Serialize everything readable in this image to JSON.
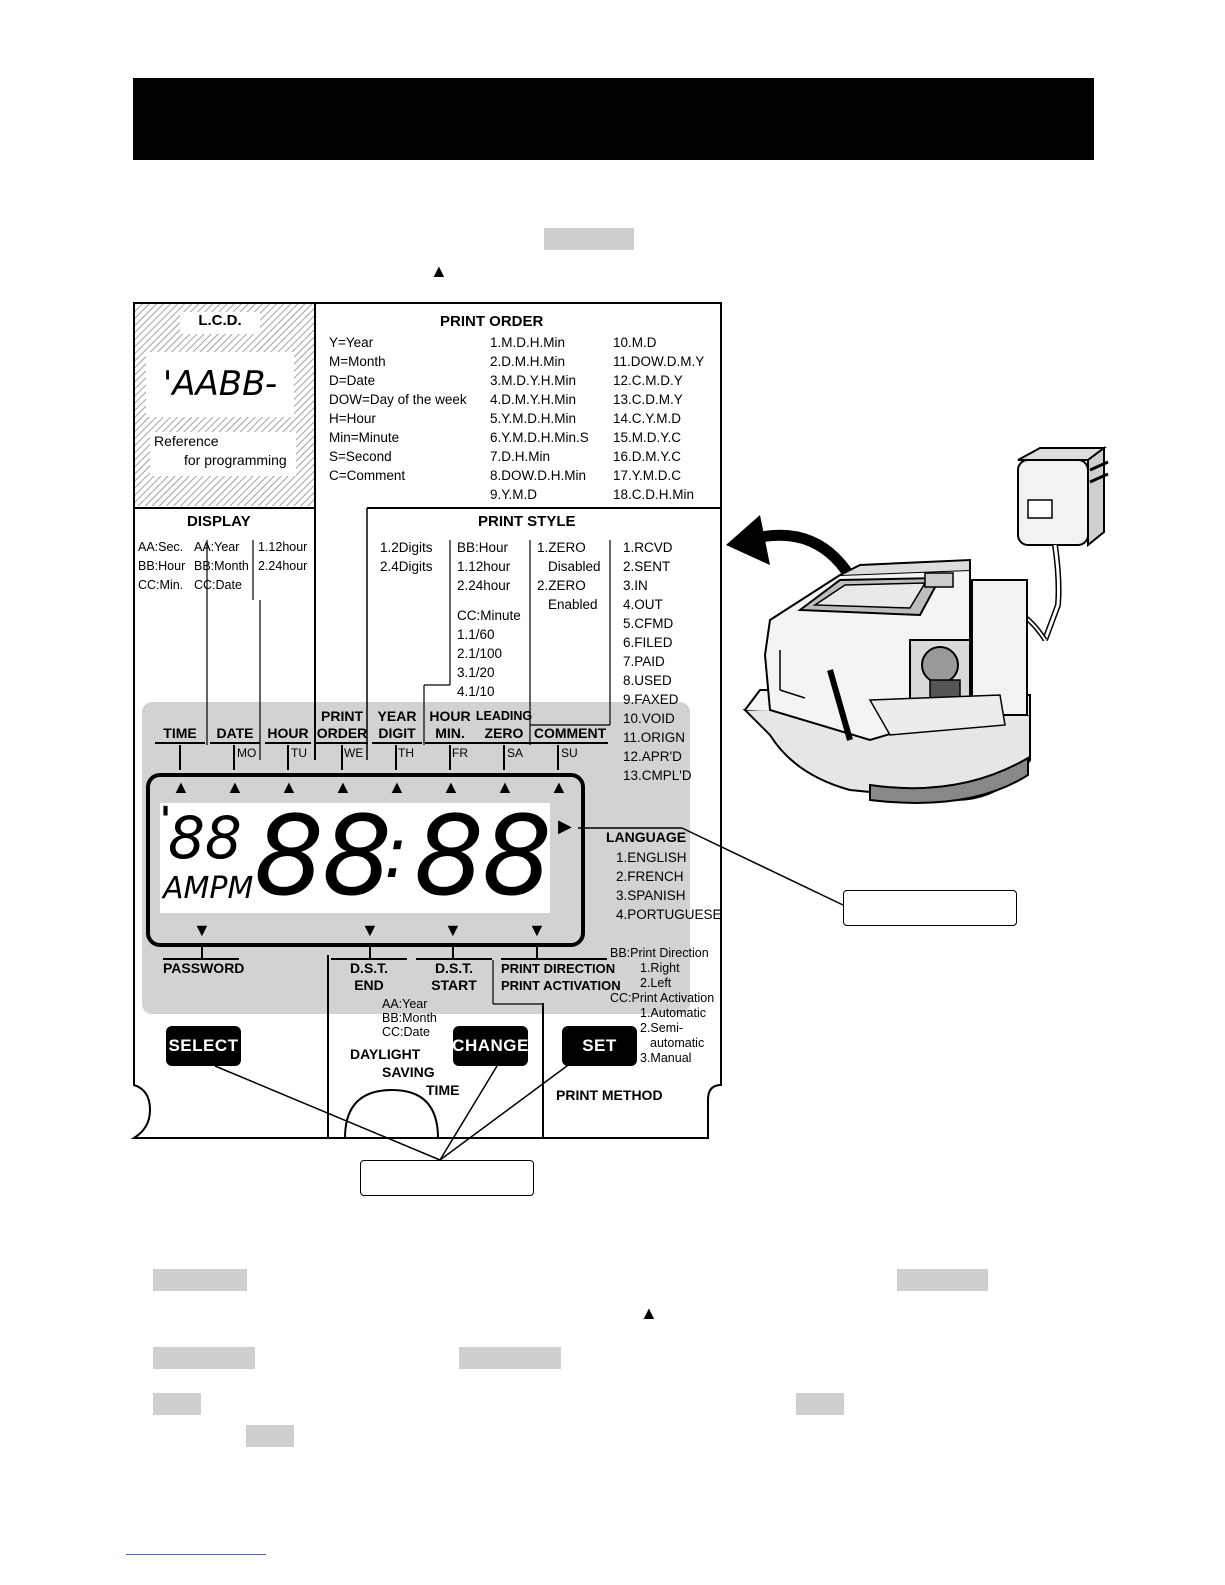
{
  "header": {
    "title": ""
  },
  "intro_marker": "▲",
  "lcd": {
    "title": "L.C.D.",
    "sample": "'AABB-CC",
    "reference": "Reference",
    "for_programming": "for programming"
  },
  "print_order": {
    "title": "PRINT ORDER",
    "legend": [
      "Y=Year",
      "M=Month",
      "D=Date",
      "DOW=Day of the week",
      "H=Hour",
      "Min=Minute",
      "S=Second",
      "C=Comment"
    ],
    "options_a": [
      "1.M.D.H.Min",
      "2.D.M.H.Min",
      "3.M.D.Y.H.Min",
      "4.D.M.Y.H.Min",
      "5.Y.M.D.H.Min",
      "6.Y.M.D.H.Min.S",
      "7.D.H.Min",
      "8.DOW.D.H.Min",
      "9.Y.M.D"
    ],
    "options_b": [
      "10.M.D",
      "11.DOW.D.M.Y",
      "12.C.M.D.Y",
      "13.C.D.M.Y",
      "14.C.Y.M.D",
      "15.M.D.Y.C",
      "16.D.M.Y.C",
      "17.Y.M.D.C",
      "18.C.D.H.Min"
    ]
  },
  "display": {
    "title": "DISPLAY",
    "col1": [
      "AA:Sec.",
      "BB:Hour",
      "CC:Min."
    ],
    "col2": [
      "AA:Year",
      "BB:Month",
      "CC:Date"
    ],
    "col3": [
      "1.12hour",
      "2.24hour"
    ]
  },
  "print_style": {
    "title": "PRINT STYLE",
    "digits": [
      "1.2Digits",
      "2.4Digits"
    ],
    "hour": [
      "BB:Hour",
      "1.12hour",
      "2.24hour"
    ],
    "minute": [
      "CC:Minute",
      "1.1/60",
      "2.1/100",
      "3.1/20",
      "4.1/10"
    ],
    "zero": [
      "1.ZERO",
      "Disabled",
      "2.ZERO",
      "Enabled"
    ],
    "comments": [
      "1.RCVD",
      "2.SENT",
      "3.IN",
      "4.OUT",
      "5.CFMD",
      "6.FILED",
      "7.PAID",
      "8.USED",
      "9.FAXED",
      "10.VOID",
      "11.ORIGN",
      "12.APR'D",
      "13.CMPL'D"
    ]
  },
  "keys": {
    "time": "TIME",
    "date": "DATE",
    "date_sub": "MO",
    "hour": "HOUR",
    "hour_sub": "TU",
    "print_order": [
      "PRINT",
      "ORDER"
    ],
    "print_order_sub": "WE",
    "year_digit": [
      "YEAR",
      "DIGIT"
    ],
    "year_digit_sub": "TH",
    "hour_min": [
      "HOUR",
      "MIN."
    ],
    "hour_min_sub": "FR",
    "leading_zero": [
      "LEADING",
      "ZERO"
    ],
    "leading_zero_sub": "SA",
    "comment": "COMMENT",
    "comment_sub": "SU",
    "password": "PASSWORD",
    "dst_end": [
      "D.S.T.",
      "END"
    ],
    "dst_start": [
      "D.S.T.",
      "START"
    ],
    "print_direction": "PRINT DIRECTION",
    "print_activation": "PRINT ACTIVATION"
  },
  "main_display": {
    "apostrophe": "'",
    "small_digits": "88",
    "ampm": "AMPM",
    "digits_left": "88",
    "colon": ":",
    "digits_right": "88",
    "right_marker": "▶"
  },
  "language": {
    "title": "LANGUAGE",
    "options": [
      "1.ENGLISH",
      "2.FRENCH",
      "3.SPANISH",
      "4.PORTUGUESE"
    ]
  },
  "print_direction_info": [
    "BB:Print Direction",
    "1.Right",
    "2.Left",
    "CC:Print Activation",
    "1.Automatic",
    "2.Semi-",
    "automatic",
    "3.Manual"
  ],
  "dst_info": [
    "AA:Year",
    "BB:Month",
    "CC:Date"
  ],
  "dst_title": [
    "DAYLIGHT",
    "SAVING",
    "TIME"
  ],
  "print_method": "PRINT METHOD",
  "buttons": {
    "select": "SELECT",
    "change": "CHANGE",
    "set": "SET"
  },
  "body_marker": "▲",
  "colors": {
    "panel_grey": "#d2d2d2",
    "hatch": "#8a8a8a",
    "black": "#000000"
  }
}
